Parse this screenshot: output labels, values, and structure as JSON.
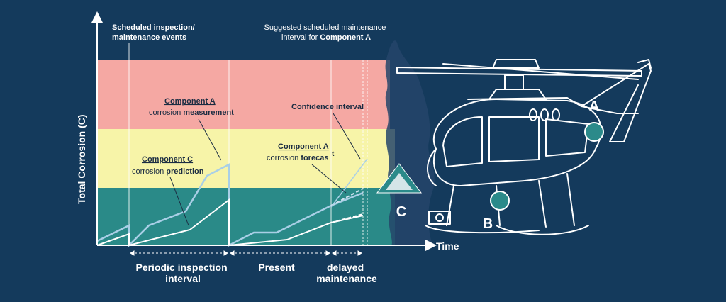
{
  "axes": {
    "y_label": "Total Corrosion (C)",
    "x_label": "Time"
  },
  "annotations": {
    "scheduled_events": [
      "Scheduled inspection/",
      "maintenance events"
    ],
    "suggested_interval": [
      "Suggested scheduled maintenance",
      "interval for ",
      "Component A"
    ],
    "component_a_measurement": {
      "title": "Component A",
      "prefix": "corrosion ",
      "bold": "measurement"
    },
    "component_c_prediction": {
      "title": "Component C",
      "prefix": "corrosion ",
      "bold": "prediction"
    },
    "component_a_forecast": {
      "title": "Component A",
      "prefix": "corrosion ",
      "bold": "forecas",
      "extra": "t"
    },
    "confidence_interval": "Confidence interval"
  },
  "bottom_labels": {
    "periodic": [
      "Periodic inspection",
      "interval"
    ],
    "present": "Present",
    "delayed": [
      "delayed",
      "maintenance"
    ]
  },
  "helicopter_markers": {
    "a": "A",
    "b": "B",
    "c": "C"
  },
  "colors": {
    "background": "#143a5c",
    "zone_red": "#f5a8a3",
    "zone_yellow": "#f7f4a8",
    "zone_teal": "#2a8a88",
    "line_light": "#a9cfe6",
    "marker_teal": "#2b8a8a",
    "white": "#ffffff"
  }
}
